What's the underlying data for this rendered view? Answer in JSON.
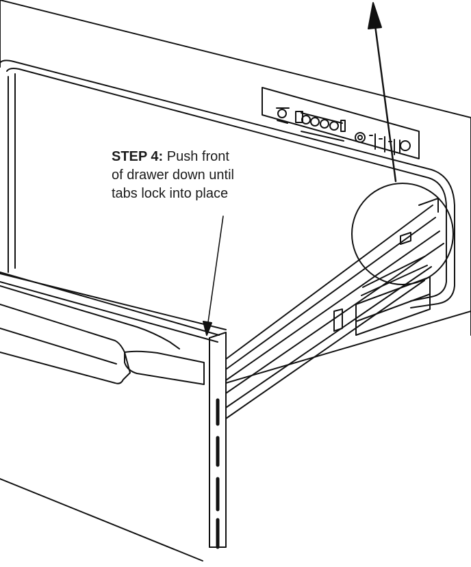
{
  "instruction": {
    "step_label": "STEP 4:",
    "line1_rest": " Push front",
    "line2": "of drawer down until",
    "line3": "tabs lock into place"
  }
}
